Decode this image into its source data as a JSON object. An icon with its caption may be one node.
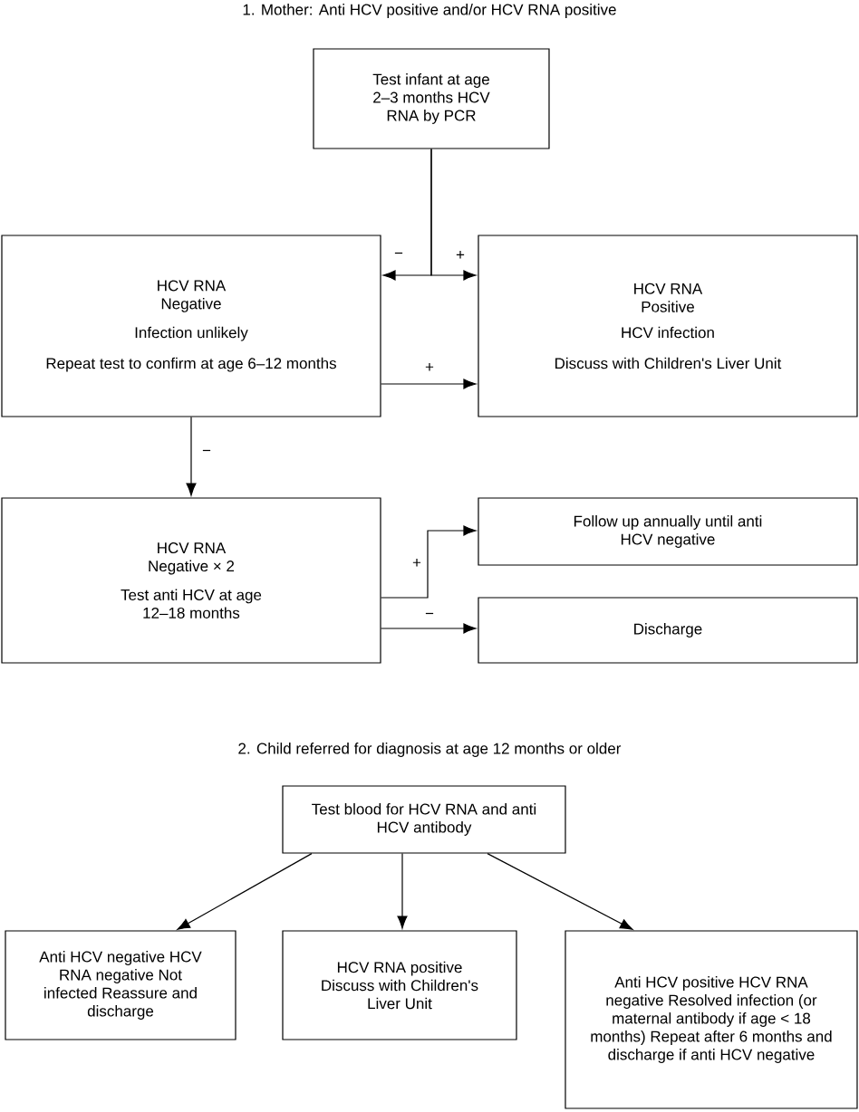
{
  "diagram": {
    "nodes": [
      {
        "text": [
          "Test infant at age 2–3 months HCV RNA by PCR"
        ]
      },
      {
        "text": [
          "HCV RNA Negative",
          "Infection unlikely",
          "Repeat test to confirm at age 6–12 months"
        ]
      },
      {
        "text": [
          "HCV RNA Positive",
          "HCV infection",
          "Discuss with Children's Liver Unit"
        ]
      },
      {
        "text": [
          "HCV RNA Negative × 2",
          "Test anti HCV at age 12–18 months"
        ]
      },
      {
        "text": [
          "Follow up annually until anti HCV negative"
        ]
      },
      {
        "text": [
          "Discharge"
        ]
      },
      {
        "text": [
          "Test blood for HCV RNA and anti HCV antibody"
        ]
      },
      {
        "text": [
          "Anti HCV negative HCV RNA negative Not infected Reassure and discharge"
        ]
      },
      {
        "text": [
          "HCV RNA positive Discuss with Children's Liver Unit"
        ]
      },
      {
        "text": [
          "Anti HCV positive HCV RNA negative Resolved infection (or maternal antibody if age < 18 months) Repeat after 6 months and discharge if anti HCV negative"
        ]
      }
    ],
    "edges": [
      {
        "from": 0,
        "to": 1,
        "arrow": "to",
        "label": "−"
      },
      {
        "from": 0,
        "to": 2,
        "arrow": "to",
        "label": "+"
      },
      {
        "from": 1,
        "to": 2,
        "arrow": "to",
        "label": "+"
      },
      {
        "from": 1,
        "to": 3,
        "arrow": "to",
        "label": "−"
      },
      {
        "from": 3,
        "to": 4,
        "arrow": "to",
        "label": "+"
      },
      {
        "from": 3,
        "to": 5,
        "arrow": "to",
        "label": "−"
      },
      {
        "from": 6,
        "to": 7,
        "arrow": "to"
      },
      {
        "from": 6,
        "to": 8,
        "arrow": "to"
      },
      {
        "from": 6,
        "to": 9,
        "arrow": "to"
      }
    ],
    "labels": [
      "1. Mother: Anti HCV positive and/or HCV RNA positive",
      "2. Child referred for diagnosis at age 12 months or older"
    ]
  }
}
